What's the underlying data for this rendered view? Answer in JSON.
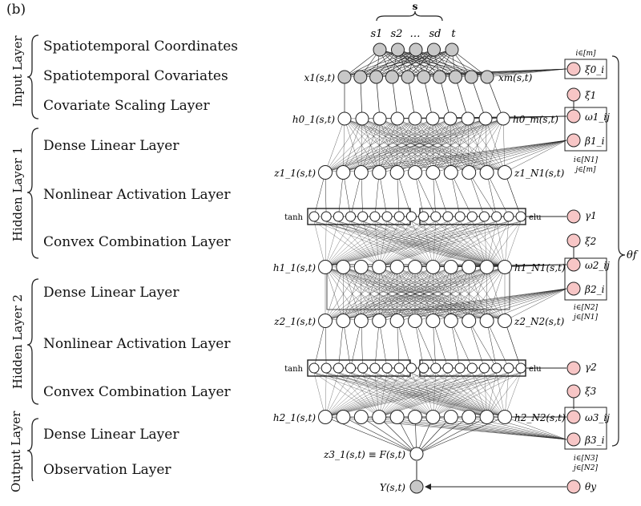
{
  "panel_label": "(b)",
  "groups": [
    {
      "title": "Input Layer",
      "layers": [
        "Spatiotemporal Coordinates",
        "Spatiotemporal Covariates",
        "Covariate Scaling Layer"
      ]
    },
    {
      "title": "Hidden Layer 1",
      "layers": [
        "Dense Linear Layer",
        "Nonlinear Activation Layer",
        "Convex Combination Layer"
      ]
    },
    {
      "title": "Hidden Layer 2",
      "layers": [
        "Dense Linear Layer",
        "Nonlinear Activation Layer",
        "Convex Combination Layer"
      ]
    },
    {
      "title": "Output Layer",
      "layers": [
        "Dense Linear Layer",
        "Observation Layer"
      ]
    }
  ],
  "diagram": {
    "top_brace_label": "s",
    "inputs": [
      "s1",
      "s2",
      "…",
      "sd",
      "t"
    ],
    "node_labels": {
      "x_left": "x1(s,t)",
      "x_right": "xm(s,t)",
      "h0_left": "h0_1(s,t)",
      "h0_right": "h0_m(s,t)",
      "z1_left": "z1_1(s,t)",
      "z1_right": "z1_N1(s,t)",
      "act1_left": "tanh",
      "act1_right": "elu",
      "h1_left": "h1_1(s,t)",
      "h1_right": "h1_N1(s,t)",
      "z2_left": "z2_1(s,t)",
      "z2_right": "z2_N2(s,t)",
      "act2_left": "tanh",
      "act2_right": "elu",
      "h2_left": "h2_1(s,t)",
      "h2_right": "h2_N2(s,t)",
      "z3": "z3_1(s,t) ≡ F(s,t)",
      "y": "Y(s,t)"
    },
    "params": {
      "xi0": "ξ0_i",
      "xi0_index": "i∈[m]",
      "xi1": "ξ1",
      "omega1": "ω1_ij",
      "beta1": "β1_i",
      "index1a": "i∈[N1]",
      "index1b": "j∈[m]",
      "gamma1": "γ1",
      "xi2": "ξ2",
      "omega2": "ω2_ij",
      "beta2": "β2_i",
      "index2a": "i∈[N2]",
      "index2b": "j∈[N1]",
      "gamma2": "γ2",
      "xi3": "ξ3",
      "omega3": "ω3_ij",
      "beta3": "β3_i",
      "index3a": "i∈[N3]",
      "index3b": "j∈[N2]",
      "theta_y": "θy",
      "theta_f": "θf"
    },
    "colors": {
      "gray_node": "#c8c8c8",
      "pink_node": "#f7c6c6",
      "edge": "#222222"
    }
  }
}
